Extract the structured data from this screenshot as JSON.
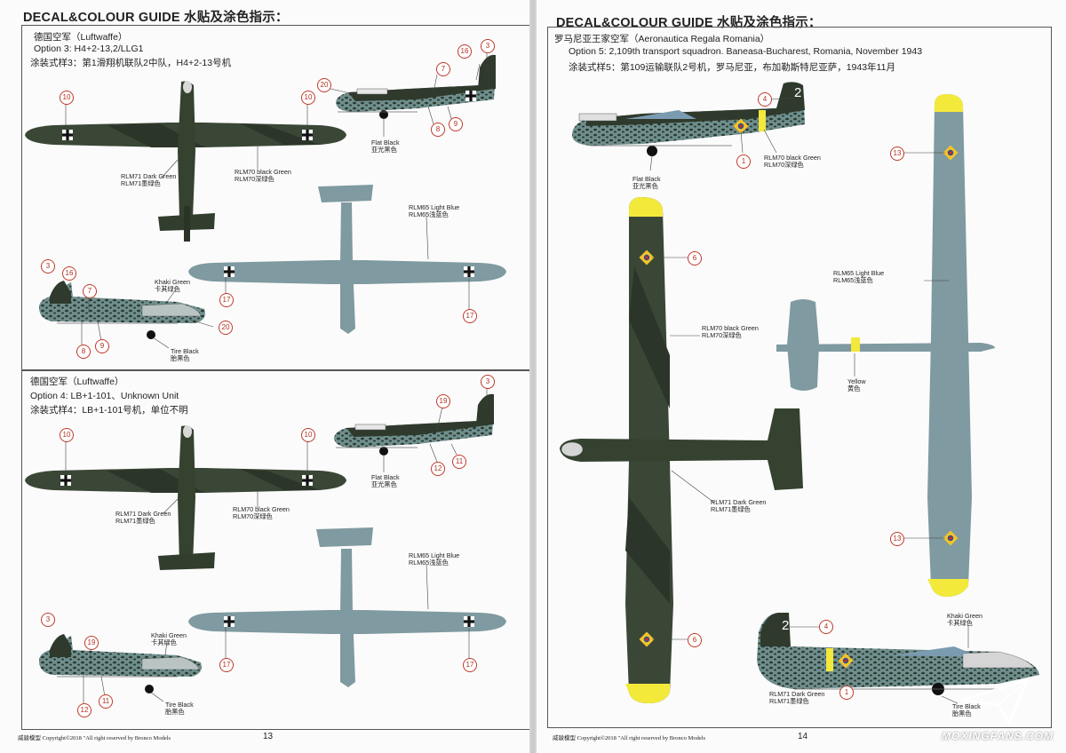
{
  "left": {
    "title": "DECAL&COLOUR GUIDE 水贴及涂色指示：",
    "option3": {
      "country": "德国空军（Luftwaffe）",
      "name": "Option 3: H4+2-13,2/LLG1",
      "cn": "涂装式样3：第1滑翔机联队2中队，H4+2-13号机"
    },
    "option4": {
      "country": "德国空军（Luftwaffe）",
      "name": "Option 4: LB+1-101、Unknown Unit",
      "cn": "涂装式样4：LB+1-101号机，单位不明"
    },
    "footer": "威骏模型  Copyright©2018  \"All right reserved by Bronco Models",
    "page_number": "13"
  },
  "right": {
    "title": "DECAL&COLOUR GUIDE 水贴及涂色指示：",
    "option5": {
      "country": "罗马尼亚王家空军（Aeronautica Regala Romania）",
      "name": "Option 5: 2,109th transport squadron. Baneasa-Bucharest, Romania, November 1943",
      "cn": "涂装式样5：第109运输联队2号机，罗马尼亚，布加勒斯特尼亚萨，1943年11月"
    },
    "footer": "威骏模型  Copyright©2018  \"All right reserved by Bronco Models",
    "page_number": "14"
  },
  "colors": {
    "rlm71_en": "RLM71 Dark Green",
    "rlm71_cn": "RLM71墨绿色",
    "rlm70_en": "RLM70 black Green",
    "rlm70_cn": "RLM70深绿色",
    "rlm65_en": "RLM65 Light Blue",
    "rlm65_cn": "RLM65浅蓝色",
    "flat_black_en": "Flat Black",
    "flat_black_cn": "亚光黑色",
    "khaki_en": "Khaki Green",
    "khaki_cn": "卡其绿色",
    "tire_en": "Tire Black",
    "tire_cn": "胎黑色",
    "yellow_en": "Yellow",
    "yellow_cn": "黄色"
  },
  "markings": {
    "n1": "1",
    "n2": "2",
    "n3": "3",
    "n4": "4",
    "n6": "6",
    "n7": "7",
    "n8": "8",
    "n9": "9",
    "n10": "10",
    "n11": "11",
    "n12": "12",
    "n13": "13",
    "n16": "16",
    "n17": "17",
    "n19": "19",
    "n20": "20",
    "code_2": "2"
  },
  "watermark": "MOXINGFANS.COM",
  "palette": {
    "rlm70": "#2f3a2c",
    "rlm71": "#3f4b36",
    "rlm65": "#7f9aa0",
    "yellow": "#f3e93a",
    "callout": "#c0392b"
  }
}
